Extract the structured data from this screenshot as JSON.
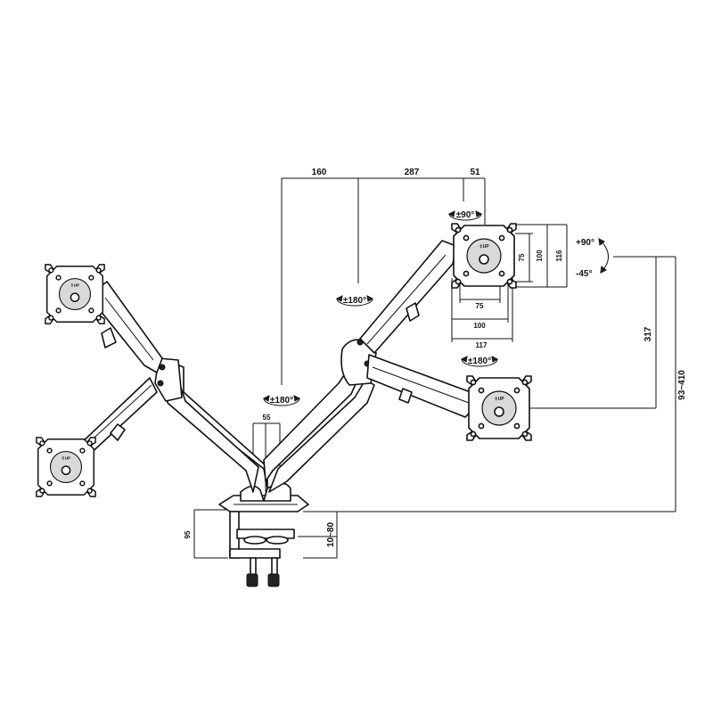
{
  "dimensions": {
    "width_left": "160",
    "width_mid": "287",
    "width_right": "51",
    "pole_width": "55",
    "vesa_h_100": "100",
    "vesa_h_75": "75",
    "plate_width": "117",
    "vesa_v_75": "75",
    "vesa_v_100": "100",
    "plate_height": "116",
    "arm_height": "317",
    "height_range": "93~410",
    "clamp_height": "95",
    "desk_thickness": "10~80"
  },
  "rotations": {
    "head_rotation": "±90°",
    "arm_rotation_upper": "±180°",
    "arm_rotation_lower": "±180°",
    "base_rotation": "±180°",
    "tilt_up": "+90°",
    "tilt_down": "-45°"
  },
  "plate_marks": {
    "up": "UP"
  }
}
